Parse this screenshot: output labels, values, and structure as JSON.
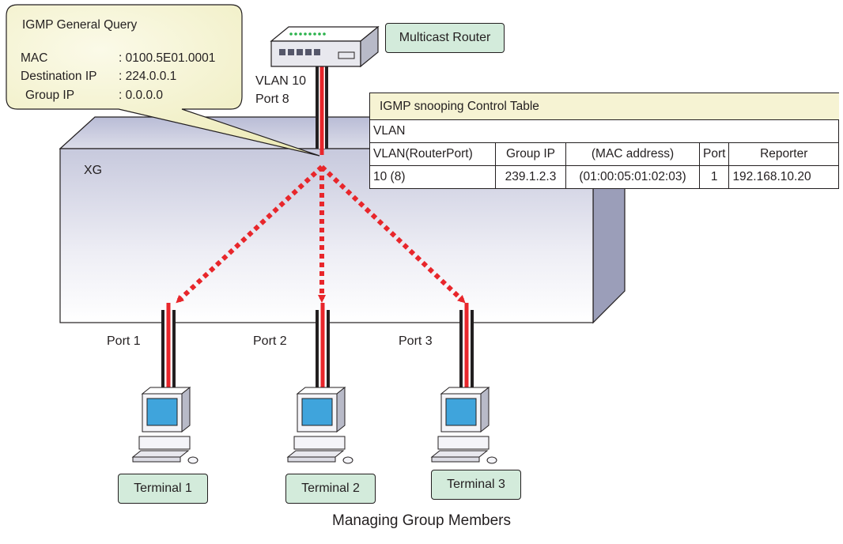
{
  "callout": {
    "title": "IGMP General Query",
    "mac_label": "MAC",
    "mac_value": ": 0100.5E01.0001",
    "dest_label": "Destination IP",
    "dest_value": ": 224.0.0.1",
    "group_label": "Group IP",
    "group_value": ": 0.0.0.0"
  },
  "router": {
    "label": "Multicast Router",
    "vlan": "VLAN 10",
    "port": "Port 8"
  },
  "switch": {
    "label": "XG"
  },
  "table": {
    "title": "IGMP snooping Control Table",
    "row_vlan": "VLAN",
    "headers": [
      "VLAN(RouterPort)",
      "Group IP",
      "(MAC address)",
      "Port",
      "Reporter"
    ],
    "rows": [
      [
        "10 (8)",
        "239.1.2.3",
        "(01:00:05:01:02:03)",
        "1",
        "192.168.10.20"
      ]
    ]
  },
  "ports": [
    "Port 1",
    "Port 2",
    "Port 3"
  ],
  "terminals": [
    "Terminal 1",
    "Terminal 2",
    "Terminal 3"
  ],
  "caption": "Managing Group Members",
  "colors": {
    "arrow": "#e8262b",
    "label_fill": "#d3ebdb",
    "callout_fill": "#f6f3d3",
    "table_title_fill": "#f6f3d3"
  }
}
